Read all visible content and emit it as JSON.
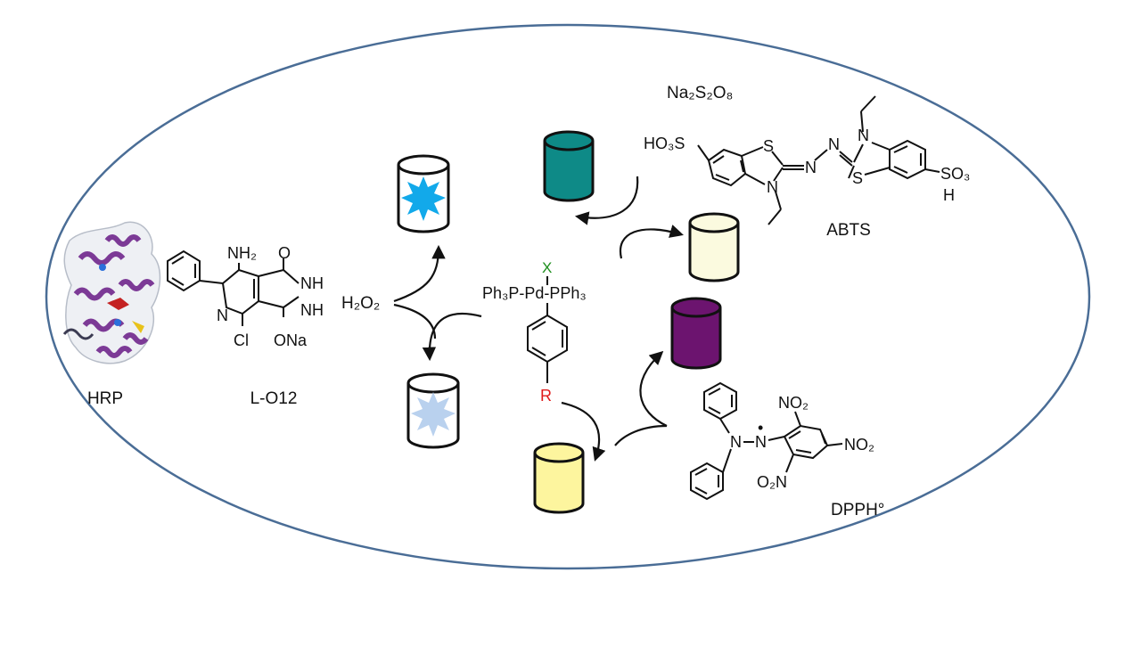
{
  "labels": {
    "hrp": "HRP",
    "lo12": "L-O12",
    "h2o2": "H₂O₂",
    "na2s2o8": "Na₂S₂O₈",
    "abts": "ABTS",
    "dpph": "DPPH°"
  },
  "lo12_structure": {
    "nh2": "NH₂",
    "o": "O",
    "nh_top": "NH",
    "nh_bottom": "NH",
    "n": "N",
    "cl": "Cl",
    "ona": "ONa"
  },
  "abts_structure": {
    "ho3s": "HO₃S",
    "s1": "S",
    "n1": "N",
    "azo_n1": "N",
    "azo_n2": "N",
    "s2": "S",
    "n2": "N",
    "so3": "SO₃",
    "h": "H"
  },
  "pd_complex": {
    "x": "X",
    "line": "Ph₃P-Pd-PPh₃",
    "r": "R"
  },
  "dpph_structure": {
    "n1": "N",
    "n2": "N",
    "no2_top": "NO₂",
    "no2_right": "NO₂",
    "no2_bottom": "O₂N",
    "radical_dot": "•"
  },
  "colors": {
    "ellipse_border": "#4a6d96",
    "teal_cylinder": "#0e8a87",
    "cream_cylinder": "#fbfadf",
    "purple_cylinder": "#6c146f",
    "yellow_cylinder": "#fdf59e",
    "bright_star": "#12a9ea",
    "pale_star": "#b9d1ee",
    "x_label": "#1e8f1e",
    "r_label": "#e01b1b",
    "protein_purple": "#7c3a96"
  }
}
